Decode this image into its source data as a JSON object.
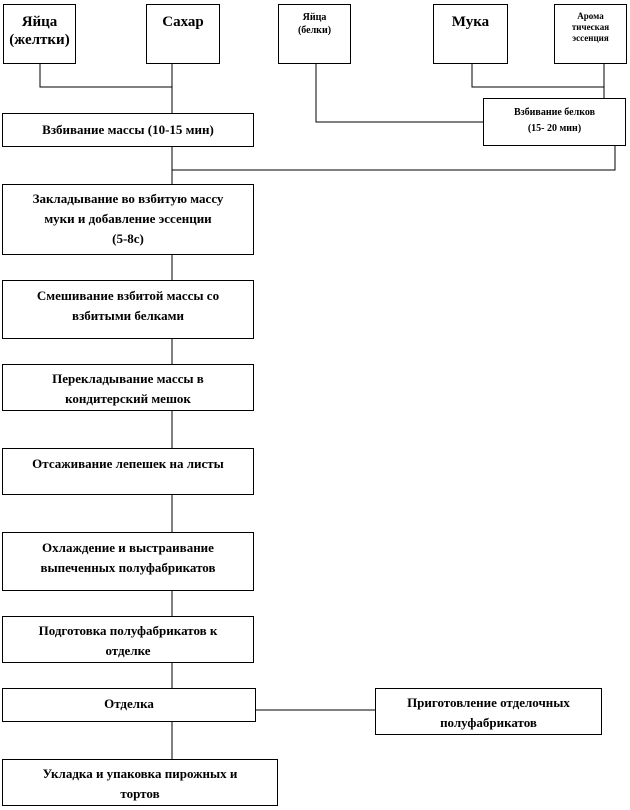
{
  "diagram": {
    "top_inputs": {
      "egg_yolks": "Яйца\n(желтки)",
      "sugar": "Сахар",
      "egg_whites": "Яйца\n(белки)",
      "flour": "Мука",
      "essence": "Арома\nтическая\nэссенция"
    },
    "steps": {
      "whip_mass": "Взбивание массы (10-15 мин)",
      "whip_whites": "Взбивание белков\n(15-  20 мин)",
      "fold_flour": "Закладывание во взбитую массу\nмуки и добавление эссенции\n(5-8с)",
      "mix_whites": "Смешивание взбитой массы со\nвзбитыми белками",
      "transfer_bag": "Перекладывание массы в\nкондитерский мешок",
      "pipe_sheets": "Отсаживание лепешек на листы",
      "cool": "Охлаждение и выстраивание\nвыпеченных полуфабрикатов",
      "prepare_finishing": "Подготовка полуфабрикатов  к\nотделке",
      "finishing": "Отделка",
      "finishing_semis": "Приготовление отделочных\nполуфабрикатов",
      "packing": "Укладка и упаковка пирожных и\nтортов"
    }
  }
}
